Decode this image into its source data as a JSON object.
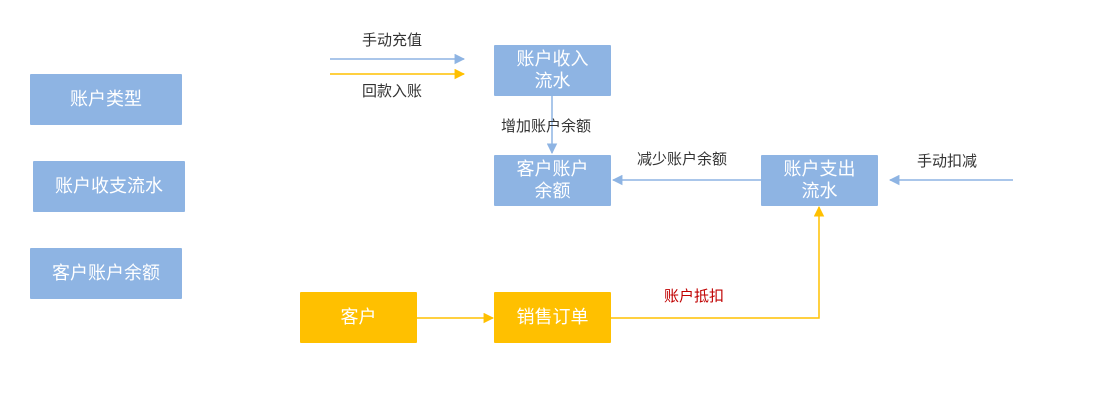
{
  "colors": {
    "box_blue": "#8eb4e3",
    "box_orange": "#ffc000",
    "arrow_blue": "#8eb4e3",
    "arrow_orange": "#ffc000",
    "text_dark": "#333333",
    "text_red": "#c00000"
  },
  "legend": {
    "account_type": "账户类型",
    "account_flow": "账户收支流水",
    "customer_balance": "客户账户余额"
  },
  "nodes": {
    "income_flow": "账户收入\n流水",
    "customer_balance": "客户账户\n余额",
    "expense_flow": "账户支出\n流水",
    "customer": "客户",
    "sales_order": "销售订单"
  },
  "edge_labels": {
    "manual_recharge": "手动充值",
    "payment_received": "回款入账",
    "increase_balance": "增加账户余额",
    "decrease_balance": "减少账户余额",
    "manual_deduction": "手动扣减",
    "account_deduction": "账户抵扣"
  }
}
